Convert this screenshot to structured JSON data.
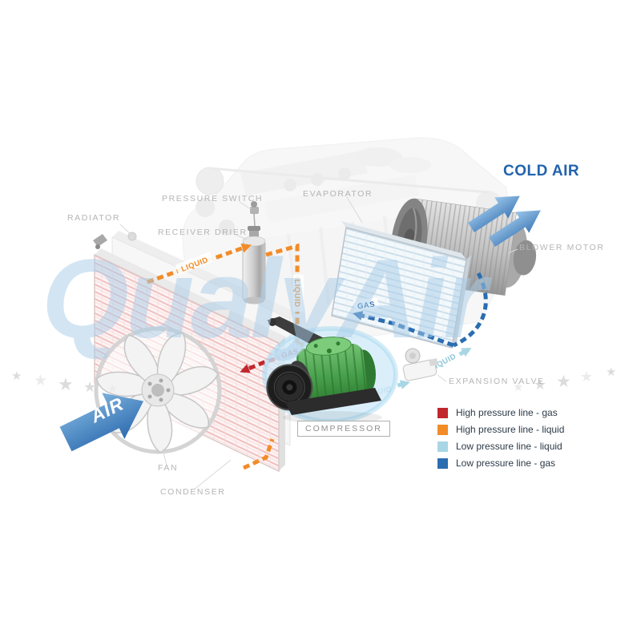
{
  "watermark": {
    "text": "QualyAir",
    "star": "★"
  },
  "labels": {
    "radiator": "RADIATOR",
    "pressure_switch": "PRESSURE SWITCH",
    "receiver_drier": "RECEIVER DRIER",
    "evaporator": "EVAPORATOR",
    "blower_motor": "BLOWER MOTOR",
    "cold_air": "COLD AIR",
    "expansion_valve": "EXPANSION VALVE",
    "compressor": "COMPRESSOR",
    "fan": "FAN",
    "condenser": "CONDENSER",
    "air": "AIR"
  },
  "pipe_labels": {
    "liquid": "LIQUID",
    "gas": "GAS"
  },
  "legend": {
    "items": [
      {
        "color": "#c1272d",
        "label": "High pressure line - gas"
      },
      {
        "color": "#f28c28",
        "label": "High pressure line - liquid"
      },
      {
        "color": "#a9d6e5",
        "label": "Low pressure line - liquid"
      },
      {
        "color": "#2a6db0",
        "label": "Low pressure line -  gas"
      }
    ]
  },
  "colors": {
    "high_pressure_gas": "#c1272d",
    "high_pressure_liquid": "#f28c28",
    "low_pressure_liquid": "#a9d6e5",
    "low_pressure_gas": "#2a6db0",
    "cold_air_text": "#2263ad",
    "air_arrow_dark": "#2e6cb0",
    "compressor_green": "#3f9d46"
  }
}
